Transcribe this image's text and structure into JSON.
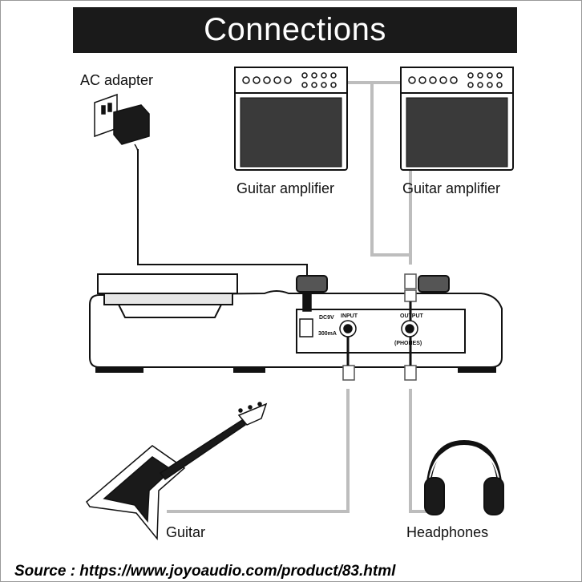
{
  "title": "Connections",
  "labels": {
    "ac_adapter": "AC adapter",
    "amp_left": "Guitar amplifier",
    "amp_right": "Guitar amplifier",
    "guitar": "Guitar",
    "headphones": "Headphones"
  },
  "panel": {
    "dc": "DC9V",
    "ma": "300mA",
    "input": "INPUT",
    "output": "OUTPUT",
    "phones": "(PHONES)"
  },
  "source": "Source : https://www.joyoaudio.com/product/83.html",
  "colors": {
    "cable": "#bdbdbd",
    "title_bg": "#1a1a1a",
    "ink": "#111111"
  }
}
